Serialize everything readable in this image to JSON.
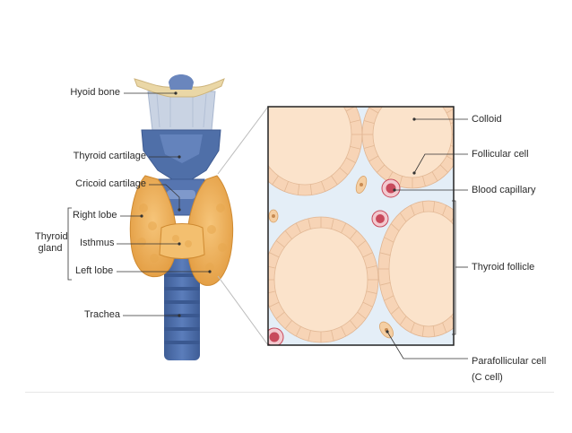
{
  "labels": {
    "hyoid_bone": "Hyoid bone",
    "thyroid_cartilage": "Thyroid cartilage",
    "cricoid_cartilage": "Cricoid cartilage",
    "right_lobe": "Right lobe",
    "thyroid_gland": "Thyroid\ngland",
    "isthmus": "Isthmus",
    "left_lobe": "Left lobe",
    "trachea": "Trachea",
    "colloid": "Colloid",
    "follicular_cell": "Follicular cell",
    "blood_capillary": "Blood capillary",
    "thyroid_follicle": "Thyroid follicle",
    "parafollicular_cell": "Parafollicular cell\n(C cell)"
  },
  "colors": {
    "cartilage_blue": "#4f6fa8",
    "cartilage_light": "#7d97c8",
    "hyoid_bone": "#ead7a6",
    "gland_orange": "#f0b660",
    "gland_dark": "#d98f33",
    "colloid": "#fbe3cb",
    "cell": "#f7d4b6",
    "interstitium": "#e4eef7",
    "capillary": "#c84a5c",
    "box_border": "#222222",
    "leader": "#333333"
  }
}
